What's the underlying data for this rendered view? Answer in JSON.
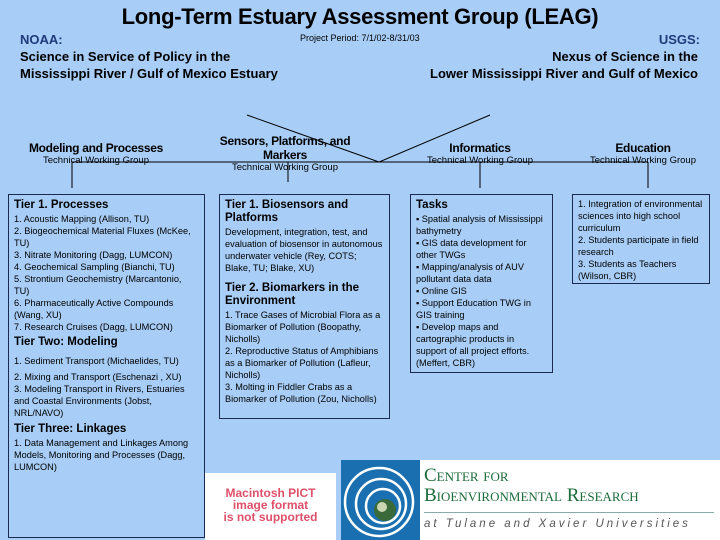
{
  "title": "Long-Term Estuary Assessment Group (LEAG)",
  "project_period": "Project Period:  7/1/02-8/31/03",
  "noaa": {
    "label": "NOAA:",
    "line1": "Science in Service of Policy in the",
    "line2": "Mississippi River / Gulf of Mexico Estuary"
  },
  "usgs": {
    "label": "USGS:",
    "line1": "Nexus of Science in the",
    "line2": "Lower Mississippi River and Gulf of Mexico"
  },
  "groups": [
    {
      "name": "Modeling and Processes",
      "sub": "Technical Working Group"
    },
    {
      "name": "Sensors, Platforms, and Markers",
      "sub": "Technical Working Group"
    },
    {
      "name": "Informatics",
      "sub": "Technical Working Group"
    },
    {
      "name": "Education",
      "sub": "Technical Working Group"
    }
  ],
  "modeling": {
    "tier1": "Tier 1. Processes",
    "tier1_items": [
      "1. Acoustic Mapping (Allison, TU)",
      "2. Biogeochemical Material Fluxes (McKee, TU)",
      "3. Nitrate Monitoring (Dagg, LUMCON)",
      "4. Geochemical Sampling (Bianchi, TU)",
      "5. Strontium Geochemistry (Marcantonio, TU)",
      "6. Pharmaceutically Active Compounds (Wang, XU)",
      "7. Research Cruises (Dagg, LUMCON)"
    ],
    "tier2": "Tier Two: Modeling",
    "tier2_items": [
      "1. Sediment Transport (Michaelides, TU)",
      "2. Mixing and Transport (Eschenazi , XU)",
      "3. Modeling Transport in Rivers, Estuaries and Coastal Environments (Jobst, NRL/NAVO)"
    ],
    "tier3": "Tier Three: Linkages",
    "tier3_items": [
      "1. Data Management and Linkages Among Models, Monitoring and Processes (Dagg, LUMCON)"
    ]
  },
  "sensors": {
    "tier1": "Tier 1. Biosensors and Platforms",
    "tier1_text": "Development,  integration, test, and evaluation of biosensor in autonomous underwater vehicle (Rey, COTS; Blake, TU; Blake, XU)",
    "tier2": "Tier 2. Biomarkers in the Environment",
    "tier2_items": [
      "1. Trace Gases of Microbial Flora as a Biomarker of Pollution (Boopathy, Nicholls)",
      "2. Reproductive Status of Amphibians as a Biomarker of Pollution (Lafleur, Nicholls)",
      "3. Molting in Fiddler Crabs as a Biomarker of Pollution (Zou, Nicholls)"
    ]
  },
  "informatics": {
    "heading": "Tasks",
    "items": [
      "▪ Spatial analysis of Mississippi bathymetry",
      "▪ GIS data development for other TWGs",
      "▪ Mapping/analysis of AUV pollutant data data",
      "▪ Online GIS",
      "▪ Support Education TWG in GIS training",
      "▪ Develop maps and cartographic products in support of all project efforts. (Meffert, CBR)"
    ]
  },
  "education": {
    "items": [
      "1. Integration of environmental sciences into high school curriculum",
      "2. Students participate in field research",
      "3. Students as Teachers (Wilson, CBR)"
    ]
  },
  "pict_notice": {
    "line1": "Macintosh PICT",
    "line2": "image format",
    "line3": "is not supported"
  },
  "cbr": {
    "line1": "Center for",
    "line2": "Bioenvironmental Research",
    "line3": "at Tulane and Xavier Universities"
  },
  "colors": {
    "background": "#a8cdf6",
    "agency": "#1e3a7a",
    "cbr_green": "#1d6b3a",
    "pict_red": "#e0506a",
    "cbr_blue": "#1a6fb0"
  }
}
